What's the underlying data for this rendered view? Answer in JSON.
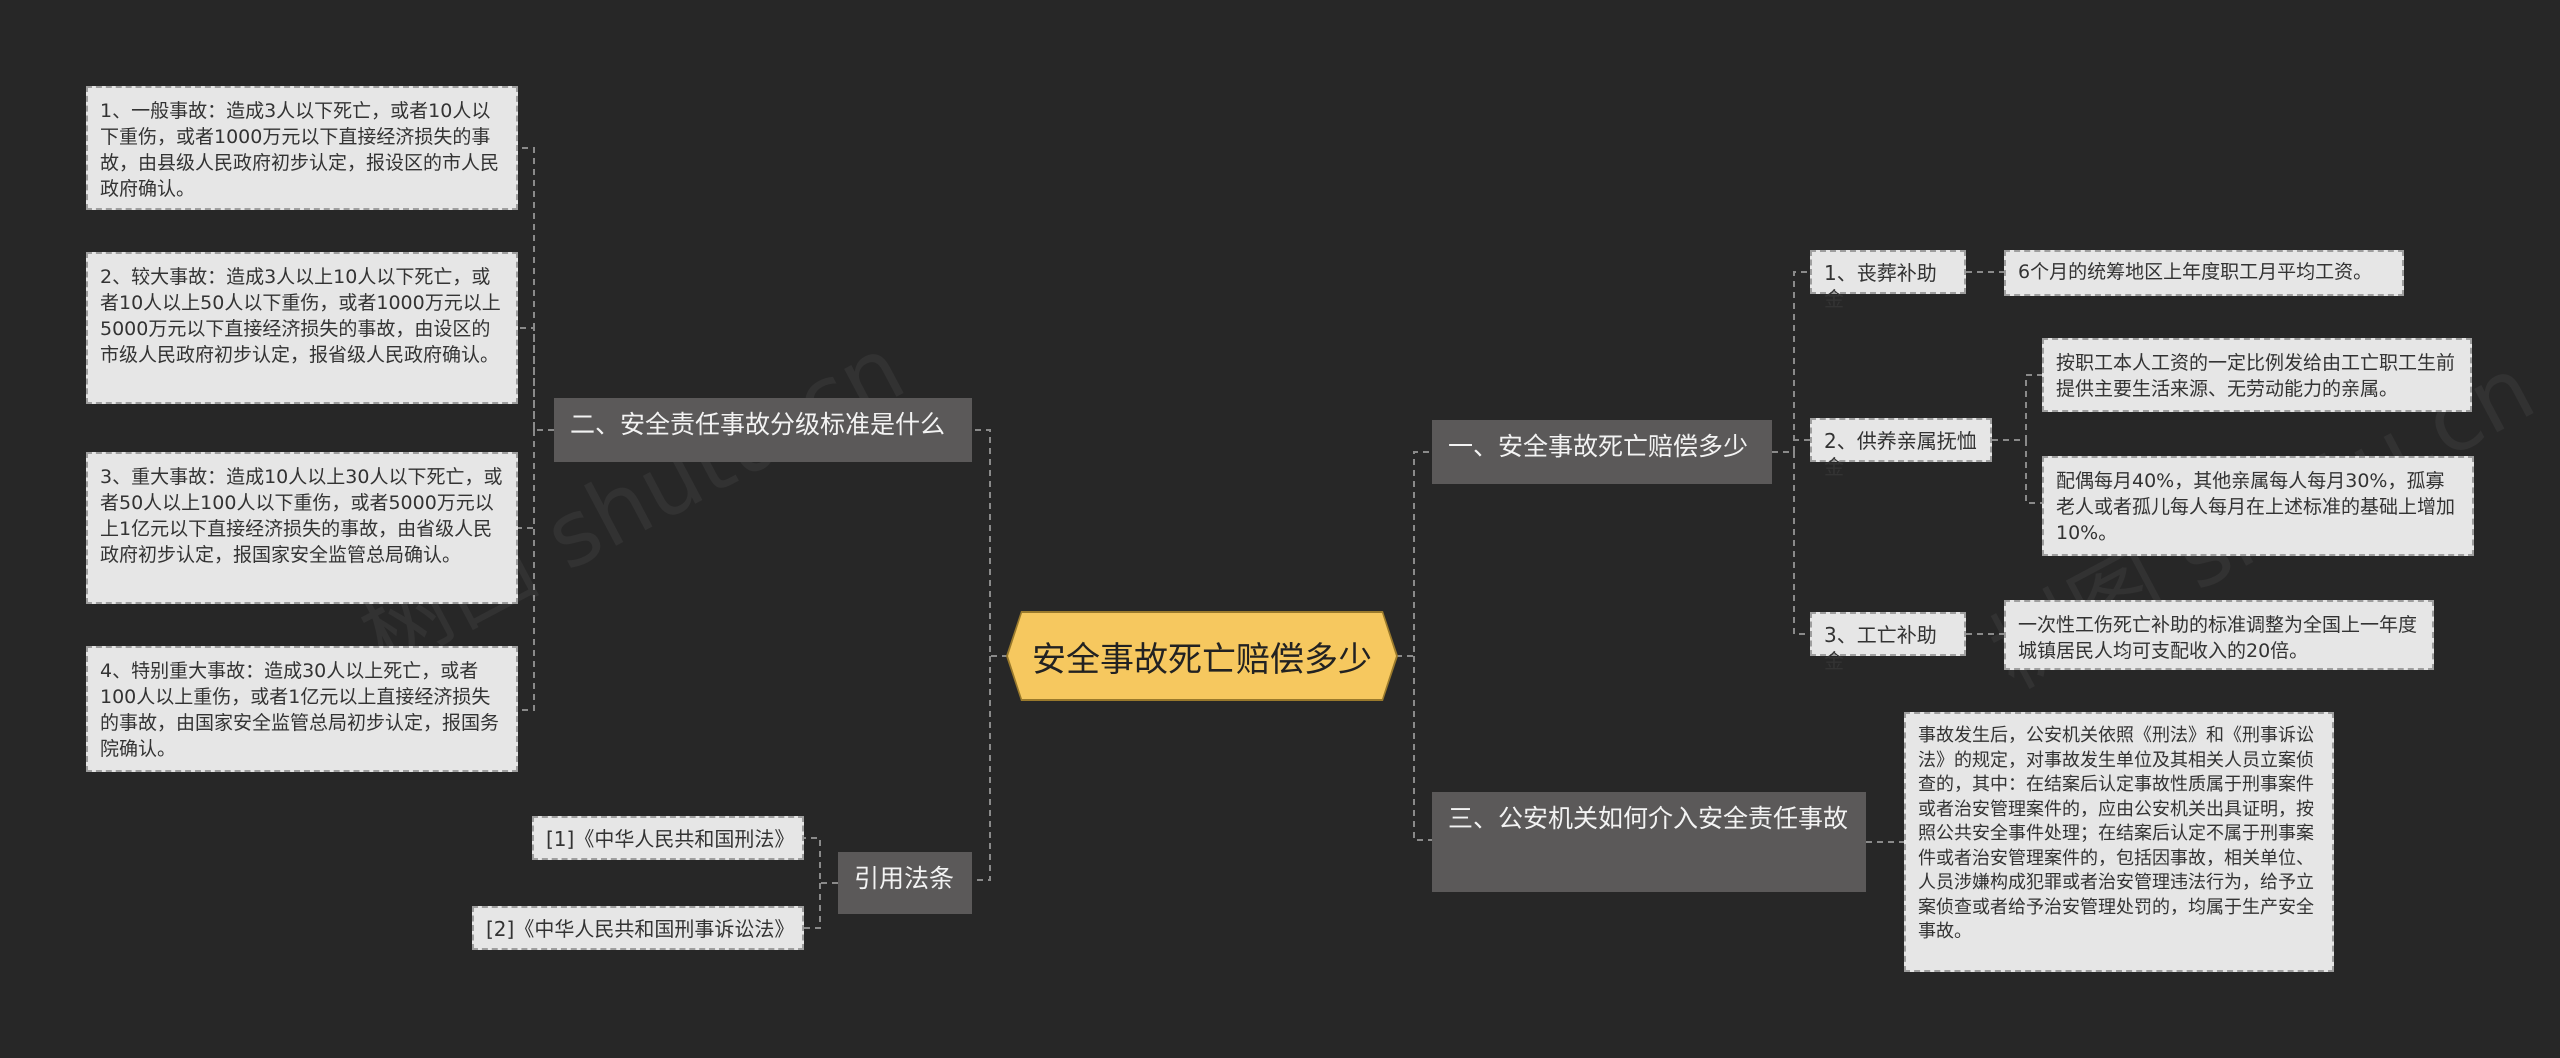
{
  "root": {
    "label": "安全事故死亡赔偿多少"
  },
  "branch_right_1": {
    "label": "一、安全事故死亡赔偿多少",
    "items": [
      {
        "label": "1、丧葬补助金",
        "details": [
          "6个月的统筹地区上年度职工月平均工资。"
        ]
      },
      {
        "label": "2、供养亲属抚恤金",
        "details": [
          "按职工本人工资的一定比例发给由工亡职工生前提供主要生活来源、无劳动能力的亲属。",
          "配偶每月40%，其他亲属每人每月30%，孤寡老人或者孤儿每人每月在上述标准的基础上增加10%。"
        ]
      },
      {
        "label": "3、工亡补助金",
        "details": [
          "一次性工伤死亡补助的标准调整为全国上一年度城镇居民人均可支配收入的20倍。"
        ]
      }
    ]
  },
  "branch_right_2": {
    "label": "三、公安机关如何介入安全责任事故",
    "detail": "事故发生后，公安机关依照《刑法》和《刑事诉讼法》的规定，对事故发生单位及其相关人员立案侦查的，其中：在结案后认定事故性质属于刑事案件或者治安管理案件的，应由公安机关出具证明，按照公共安全事件处理；在结案后认定不属于刑事案件或者治安管理案件的，包括因事故，相关单位、人员涉嫌构成犯罪或者治安管理违法行为，给予立案侦查或者给予治安管理处罚的，均属于生产安全事故。"
  },
  "branch_left_1": {
    "label": "二、安全责任事故分级标准是什么",
    "items": [
      "1、一般事故：造成3人以下死亡，或者10人以下重伤，或者1000万元以下直接经济损失的事故，由县级人民政府初步认定，报设区的市人民政府确认。",
      "2、较大事故：造成3人以上10人以下死亡，或者10人以上50人以下重伤，或者1000万元以上5000万元以下直接经济损失的事故，由设区的市级人民政府初步认定，报省级人民政府确认。",
      "3、重大事故：造成10人以上30人以下死亡，或者50人以上100人以下重伤，或者5000万元以上1亿元以下直接经济损失的事故，由省级人民政府初步认定，报国家安全监管总局确认。",
      "4、特别重大事故：造成30人以上死亡，或者100人以上重伤，或者1亿元以上直接经济损失的事故，由国家安全监管总局初步认定，报国务院确认。"
    ]
  },
  "branch_left_2": {
    "label": "引用法条",
    "items": [
      "[1]《中华人民共和国刑法》",
      "[2]《中华人民共和国刑事诉讼法》"
    ]
  },
  "watermarks": [
    "树图 shutu.cn",
    "树图 shutu.cn"
  ]
}
